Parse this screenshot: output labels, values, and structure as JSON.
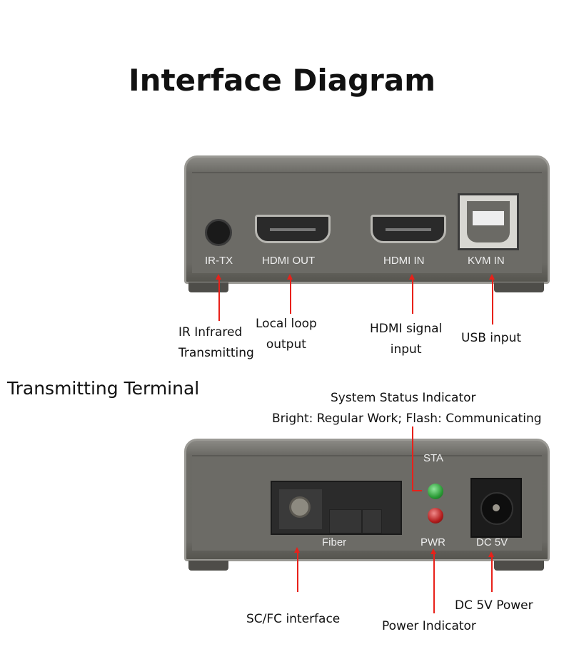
{
  "title": "Interface Diagram",
  "section": "Transmitting Terminal",
  "top_device": {
    "ports": [
      "IR-TX",
      "HDMI OUT",
      "HDMI IN",
      "KVM IN"
    ]
  },
  "top_callouts": {
    "ir": [
      "IR Infrared",
      "Transmitting"
    ],
    "hdmi_out": [
      "Local loop",
      "output"
    ],
    "hdmi_in": [
      "HDMI signal",
      "input"
    ],
    "kvm": "USB input"
  },
  "bottom_device": {
    "ports": [
      "STA",
      "Fiber",
      "PWR",
      "DC 5V"
    ]
  },
  "bottom_callouts": {
    "sta": [
      "System Status Indicator",
      "Bright: Regular Work; Flash: Communicating"
    ],
    "fiber": "SC/FC interface",
    "pwr": "Power Indicator",
    "dc": "DC 5V Power"
  },
  "colors": {
    "arrow": "#e8211a",
    "sta_led": "#2a9a35",
    "pwr_led": "#b21c1c"
  }
}
